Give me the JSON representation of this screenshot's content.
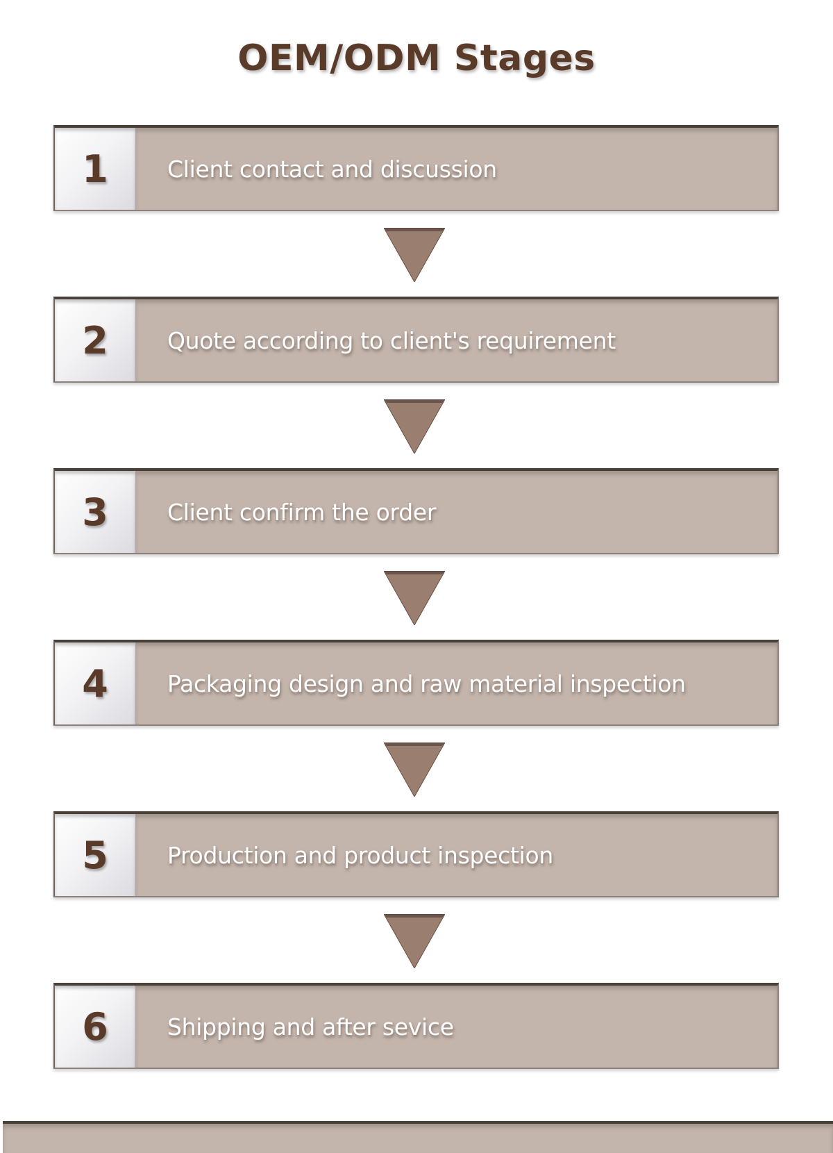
{
  "title": "OEM/ODM Stages",
  "colors": {
    "title": "#5a3a28",
    "step_fill": "#c3b5ac",
    "arrow_fill": "#9a7e70",
    "label_text": "#ffffff"
  },
  "steps": [
    {
      "number": "1",
      "label": "Client contact and discussion"
    },
    {
      "number": "2",
      "label": "Quote according to client's requirement"
    },
    {
      "number": "3",
      "label": "Client confirm the order"
    },
    {
      "number": "4",
      "label": "Packaging design and raw material inspection"
    },
    {
      "number": "5",
      "label": "Production and product inspection"
    },
    {
      "number": "6",
      "label": "Shipping and after sevice"
    }
  ]
}
